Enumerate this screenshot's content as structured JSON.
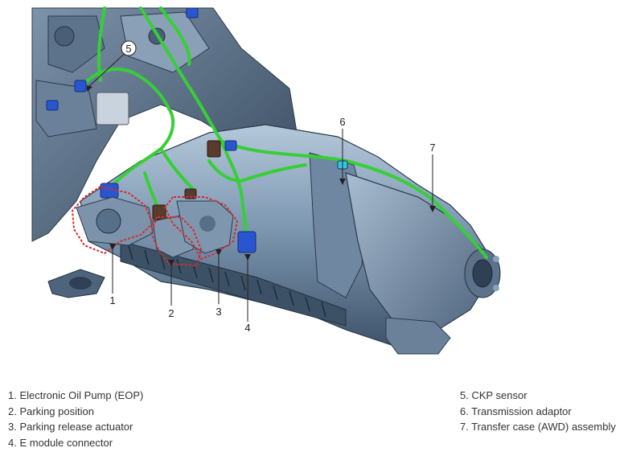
{
  "colors": {
    "housing": "#6f8aa6",
    "housing_light": "#9fb6cc",
    "housing_dark": "#3b4f66",
    "harness": "#3cd43c",
    "connector": "#2a55d0",
    "highlight": "#d62b2b"
  },
  "callouts": [
    {
      "id": "1",
      "label": "1"
    },
    {
      "id": "2",
      "label": "2"
    },
    {
      "id": "3",
      "label": "3"
    },
    {
      "id": "4",
      "label": "4"
    },
    {
      "id": "5",
      "label": "5"
    },
    {
      "id": "6",
      "label": "6"
    },
    {
      "id": "7",
      "label": "7"
    }
  ],
  "legend": {
    "left": [
      "1. Electronic Oil Pump (EOP)",
      "2. Parking position",
      "3. Parking release actuator",
      "4. E module connector"
    ],
    "right": [
      "5. CKP sensor",
      "6. Transmission adaptor",
      "7. Transfer case (AWD) assembly"
    ]
  }
}
